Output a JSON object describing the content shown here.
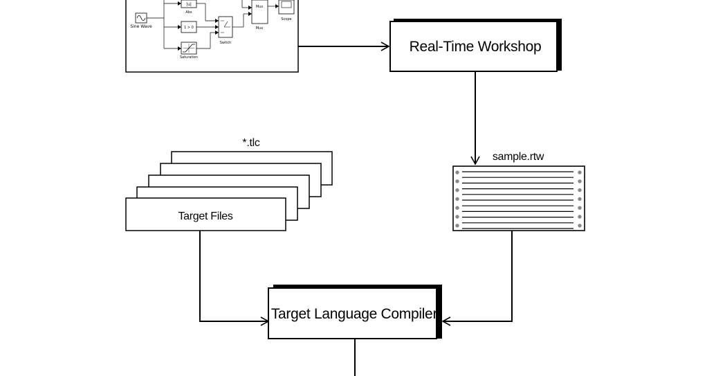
{
  "simulink_model": {
    "blocks": {
      "sine_wave": "Sine Wave",
      "abs": "Abs",
      "abs_glyph": "|u|",
      "gain_glyph": "1 > 0",
      "saturation": "Saturation",
      "switch": "Switch",
      "mux": "Mux",
      "scope": "Scope"
    }
  },
  "nodes": {
    "rtw": "Real-Time Workshop",
    "rtw_file": "sample.rtw",
    "tlc_files_caption": "*.tlc",
    "target_files": "Target Files",
    "tlc": "Target Language Compiler"
  }
}
